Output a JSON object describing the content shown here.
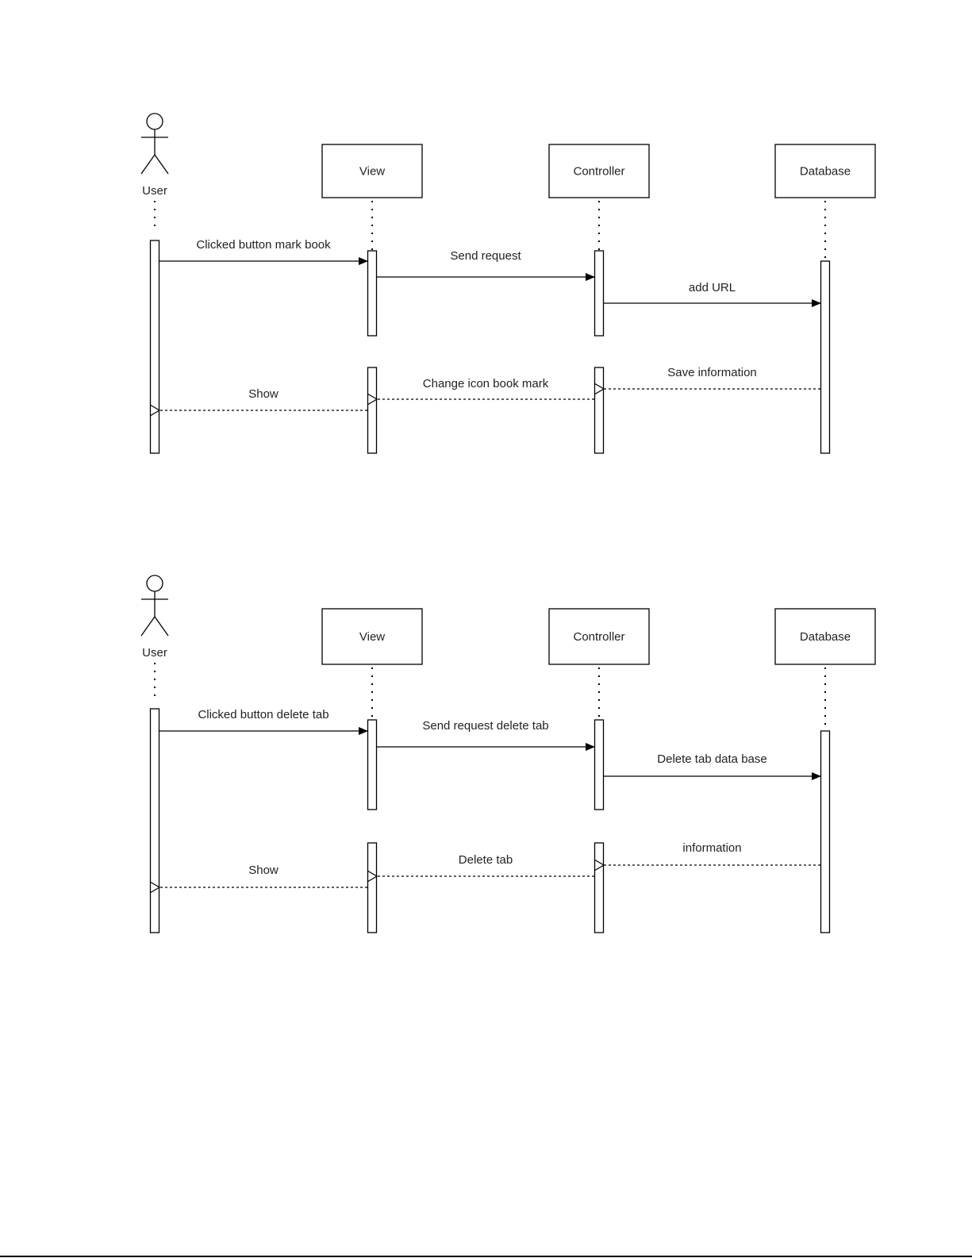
{
  "diagrams": [
    {
      "actor": "User",
      "participants": [
        "View",
        "Controller",
        "Database"
      ],
      "messages": [
        {
          "label": "Clicked button mark book",
          "from": 0,
          "to": 1,
          "style": "sync"
        },
        {
          "label": "Send request",
          "from": 1,
          "to": 2,
          "style": "sync"
        },
        {
          "label": "add URL",
          "from": 2,
          "to": 3,
          "style": "sync"
        },
        {
          "label": "Save information",
          "from": 3,
          "to": 2,
          "style": "return"
        },
        {
          "label": "Change icon book mark",
          "from": 2,
          "to": 1,
          "style": "return"
        },
        {
          "label": "Show",
          "from": 1,
          "to": 0,
          "style": "return"
        }
      ]
    },
    {
      "actor": "User",
      "participants": [
        "View",
        "Controller",
        "Database"
      ],
      "messages": [
        {
          "label": "Clicked button delete tab",
          "from": 0,
          "to": 1,
          "style": "sync"
        },
        {
          "label": "Send request delete tab",
          "from": 1,
          "to": 2,
          "style": "sync"
        },
        {
          "label": "Delete tab data base",
          "from": 2,
          "to": 3,
          "style": "sync"
        },
        {
          "label": "information",
          "from": 3,
          "to": 2,
          "style": "return"
        },
        {
          "label": "Delete tab",
          "from": 2,
          "to": 1,
          "style": "return"
        },
        {
          "label": "Show",
          "from": 1,
          "to": 0,
          "style": "return"
        }
      ]
    }
  ]
}
